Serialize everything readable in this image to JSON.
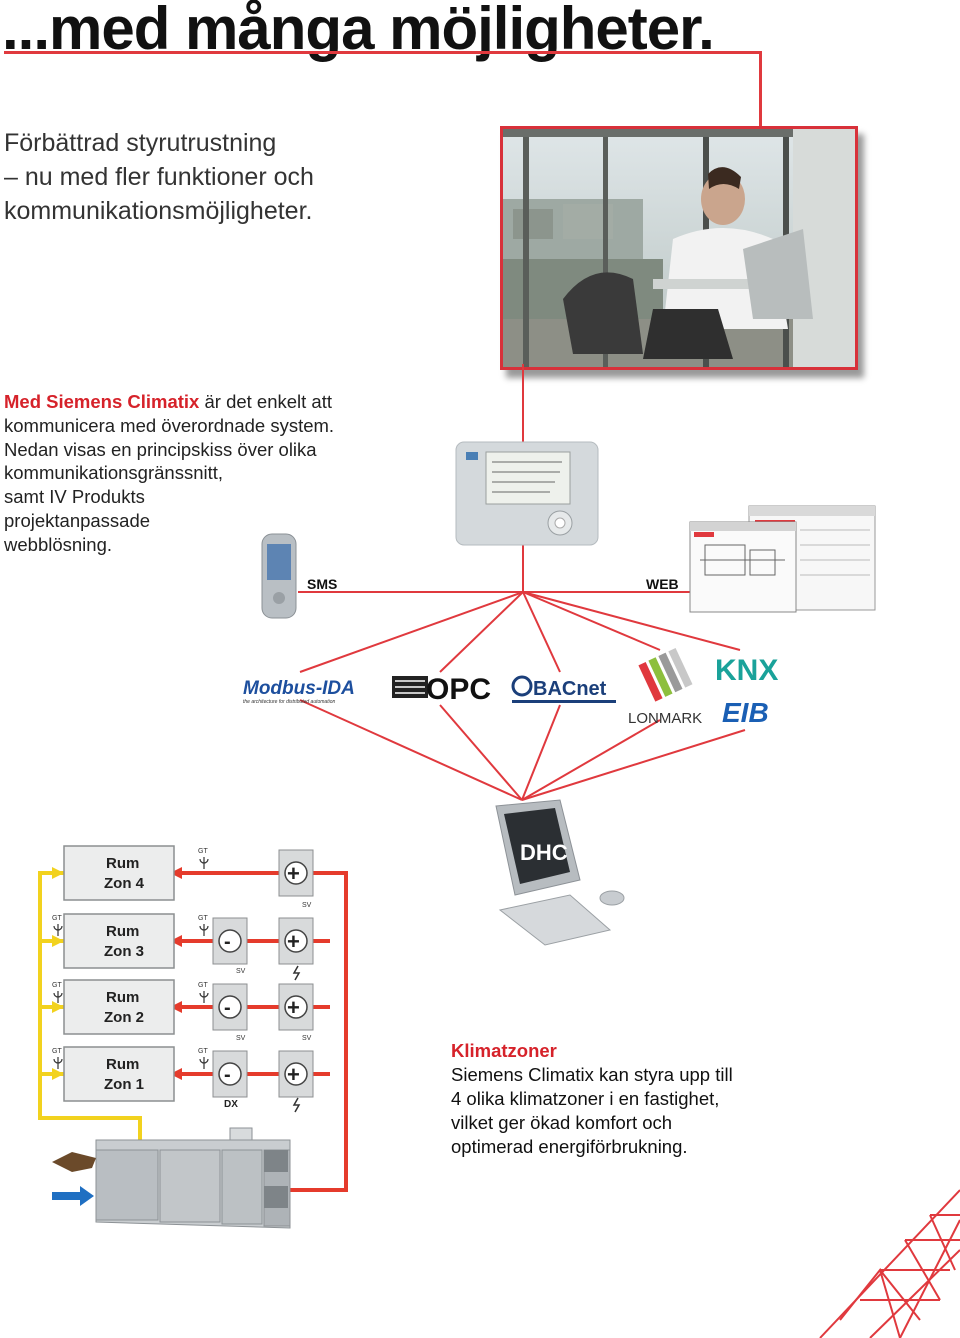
{
  "title": "...med många möjligheter.",
  "intro": {
    "line1": "Förbättrad styrutrustning",
    "line2": "– nu med fler funktioner och",
    "line3": "kommunikationsmöjligheter."
  },
  "body": {
    "highlight": "Med Siemens Climatix",
    "line1_rest": " är det enkelt att",
    "line2": "kommunicera med överordnade system.",
    "line3": "Nedan visas en principskiss över olika",
    "line4": "kommunikationsgränssnitt,",
    "line5": "samt IV Produkts",
    "line6": "projektanpassade",
    "line7": "webblösning."
  },
  "labels": {
    "sms": "SMS",
    "web": "WEB",
    "dhc": "DHC"
  },
  "logos": {
    "modbus": "Modbus-IDA",
    "modbus_sub": "the architecture for distributed automation",
    "opc": "OPC",
    "bacnet": "BACnet",
    "lonmark": "LONMARK",
    "knx": "KNX",
    "eib": "EIB"
  },
  "zones": [
    {
      "room": "Rum",
      "zone": "Zon 4"
    },
    {
      "room": "Rum",
      "zone": "Zon 3"
    },
    {
      "room": "Rum",
      "zone": "Zon 2"
    },
    {
      "room": "Rum",
      "zone": "Zon 1"
    }
  ],
  "diagram_labels": {
    "gt": "GT",
    "sv": "SV",
    "dx": "DX",
    "minus": "-",
    "plus": "+"
  },
  "climate": {
    "title": "Klimatzoner",
    "line1": "Siemens Climatix kan styra upp till",
    "line2": "4 olika klimatzoner i en fastighet,",
    "line3": "vilket ger ökad komfort och",
    "line4": "optimerad energiförbrukning."
  },
  "colors": {
    "accent": "#d6222a",
    "supply": "#e53b2c",
    "return": "#f2d21e",
    "intake": "#1f6fc2"
  }
}
